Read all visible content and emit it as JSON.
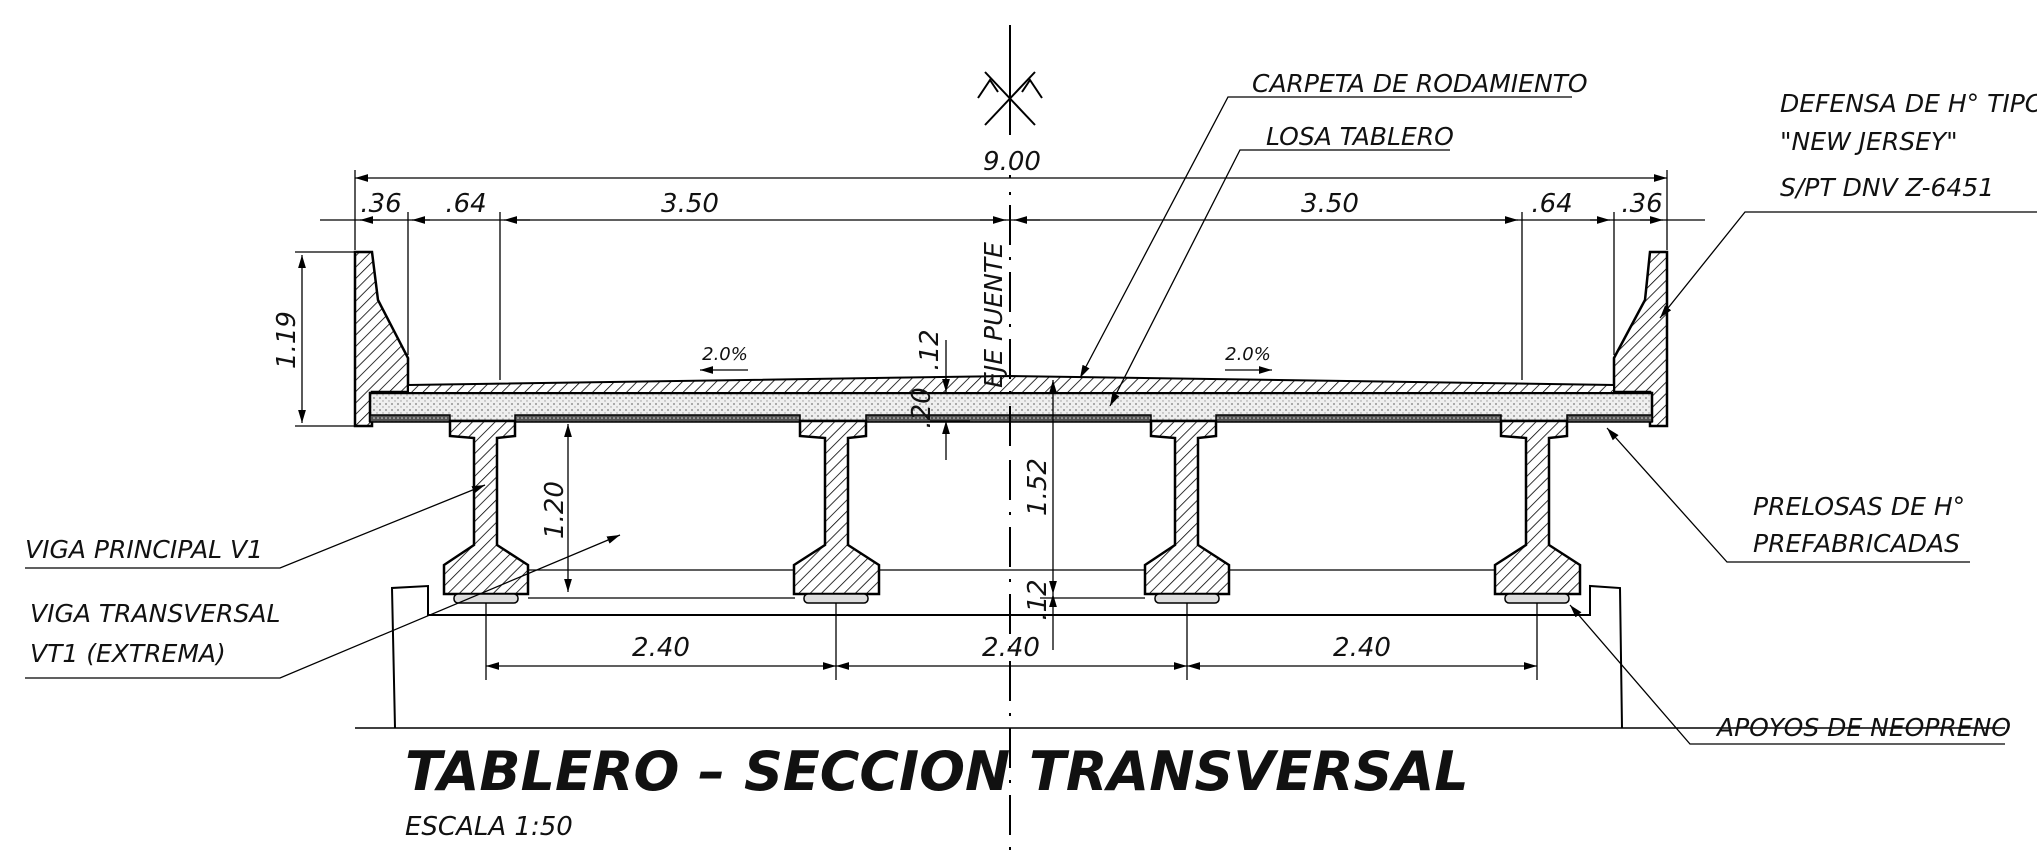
{
  "drawing": {
    "title": "TABLERO – SECCION TRANSVERSAL",
    "scale": "ESCALA 1:50",
    "axis_label": "EJE PUENTE"
  },
  "dimensions": {
    "total_width": "9.00",
    "left_barrier": ".36",
    "left_shoulder": ".64",
    "left_lane": "3.50",
    "right_lane": "3.50",
    "right_shoulder": ".64",
    "right_barrier": ".36",
    "barrier_height": "1.19",
    "pavement_thk": ".12",
    "slab_thk": ".20",
    "beam_height": "1.20",
    "total_depth": "1.52",
    "bearing_height": ".12",
    "spacing_1": "2.40",
    "spacing_2": "2.40",
    "spacing_3": "2.40",
    "slope_left": "2.0%",
    "slope_right": "2.0%"
  },
  "labels": {
    "carpeta": "CARPETA DE RODAMIENTO",
    "losa": "LOSA TABLERO",
    "defensa_1": "DEFENSA DE H° TIPO",
    "defensa_2": "\"NEW JERSEY\"",
    "defensa_3": "S/PT DNV Z-6451",
    "prelosas_1": "PRELOSAS DE H°",
    "prelosas_2": "PREFABRICADAS",
    "viga_principal": "VIGA PRINCIPAL V1",
    "viga_transversal_1": "VIGA TRANSVERSAL",
    "viga_transversal_2": "VT1 (EXTREMA)",
    "apoyos": "APOYOS DE NEOPRENO"
  },
  "colors": {
    "line": "#000000",
    "concrete": "#e6e6e6",
    "hatch": "#000000"
  }
}
